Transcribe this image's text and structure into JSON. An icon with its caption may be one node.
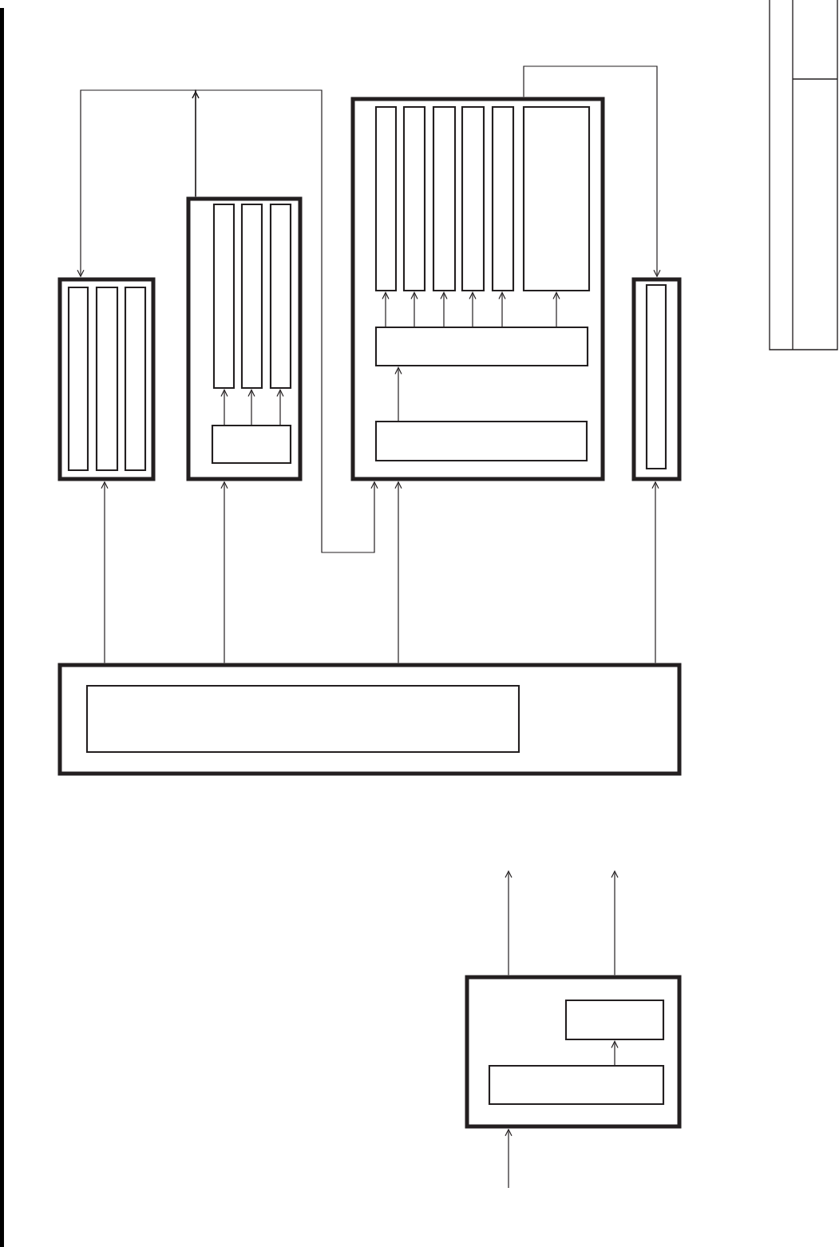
{
  "diagram": {
    "nodes": [
      {
        "text": [],
        "shape": "box"
      },
      {
        "text": [],
        "shape": "box",
        "in": 0
      },
      {
        "text": [],
        "shape": "box",
        "in": 0
      },
      {
        "text": [],
        "shape": "box",
        "in": 0
      },
      {
        "text": [],
        "shape": "box"
      },
      {
        "text": [],
        "shape": "box",
        "in": 4
      },
      {
        "text": [],
        "shape": "box",
        "in": 4
      },
      {
        "text": [],
        "shape": "box",
        "in": 4
      },
      {
        "text": [],
        "shape": "box",
        "in": 4
      },
      {
        "text": [],
        "shape": "box"
      },
      {
        "text": [],
        "shape": "box",
        "in": 9
      },
      {
        "text": [],
        "shape": "box",
        "in": 9
      },
      {
        "text": [],
        "shape": "box",
        "in": 9
      },
      {
        "text": [],
        "shape": "box",
        "in": 9
      },
      {
        "text": [],
        "shape": "box",
        "in": 9
      },
      {
        "text": [],
        "shape": "box",
        "in": 9
      },
      {
        "text": [],
        "shape": "box",
        "in": 9
      },
      {
        "text": [],
        "shape": "box",
        "in": 9
      },
      {
        "text": [],
        "shape": "box"
      },
      {
        "text": [],
        "shape": "box",
        "in": 18
      },
      {
        "text": [],
        "shape": "box"
      },
      {
        "text": [],
        "shape": "box",
        "in": 20
      },
      {
        "text": [],
        "shape": "box"
      },
      {
        "text": [],
        "shape": "box",
        "in": 22
      },
      {
        "text": [],
        "shape": "box",
        "in": 22
      }
    ],
    "edges": [
      {
        "from": 20,
        "to": 0,
        "arrow": "to"
      },
      {
        "from": 20,
        "to": 4,
        "arrow": "to"
      },
      {
        "from": 20,
        "to": 9,
        "arrow": "to"
      },
      {
        "from": 20,
        "to": 18,
        "arrow": "to"
      },
      {
        "from": 4,
        "to": 0,
        "arrow": "to"
      },
      {
        "from": 4,
        "to": 9,
        "arrow": "to"
      },
      {
        "from": 9,
        "to": 18,
        "arrow": "to"
      },
      {
        "from": 8,
        "to": 5,
        "arrow": "to"
      },
      {
        "from": 8,
        "to": 6,
        "arrow": "to"
      },
      {
        "from": 8,
        "to": 7,
        "arrow": "to"
      },
      {
        "from": 16,
        "to": 10,
        "arrow": "to"
      },
      {
        "from": 16,
        "to": 11,
        "arrow": "to"
      },
      {
        "from": 16,
        "to": 12,
        "arrow": "to"
      },
      {
        "from": 16,
        "to": 13,
        "arrow": "to"
      },
      {
        "from": 16,
        "to": 14,
        "arrow": "to"
      },
      {
        "from": 16,
        "to": 15,
        "arrow": "to"
      },
      {
        "from": 17,
        "to": 16,
        "arrow": "to"
      },
      {
        "from": 24,
        "to": 23,
        "arrow": "to"
      },
      {
        "from": 22,
        "to": null,
        "arrow": "to"
      },
      {
        "from": 22,
        "to": null,
        "arrow": "to"
      },
      {
        "from": null,
        "to": 22,
        "arrow": "to"
      }
    ]
  }
}
